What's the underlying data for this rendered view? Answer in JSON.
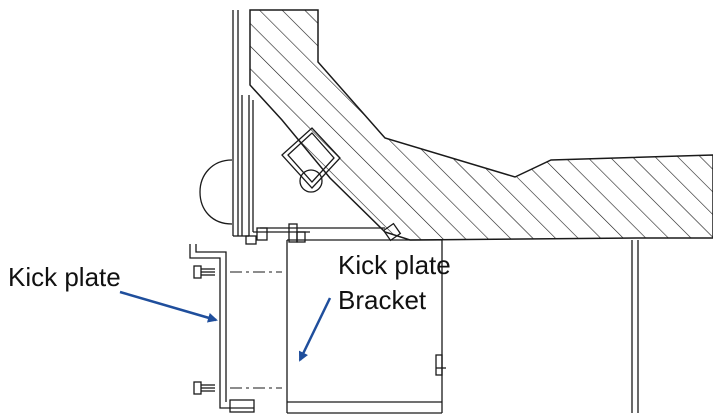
{
  "labels": {
    "kick_plate": "Kick plate",
    "kick_plate_bracket_line1": "Kick plate",
    "kick_plate_bracket_line2": "Bracket"
  },
  "colors": {
    "arrow": "#1f4e9c",
    "line": "#1a1a1a",
    "background": "#ffffff"
  }
}
